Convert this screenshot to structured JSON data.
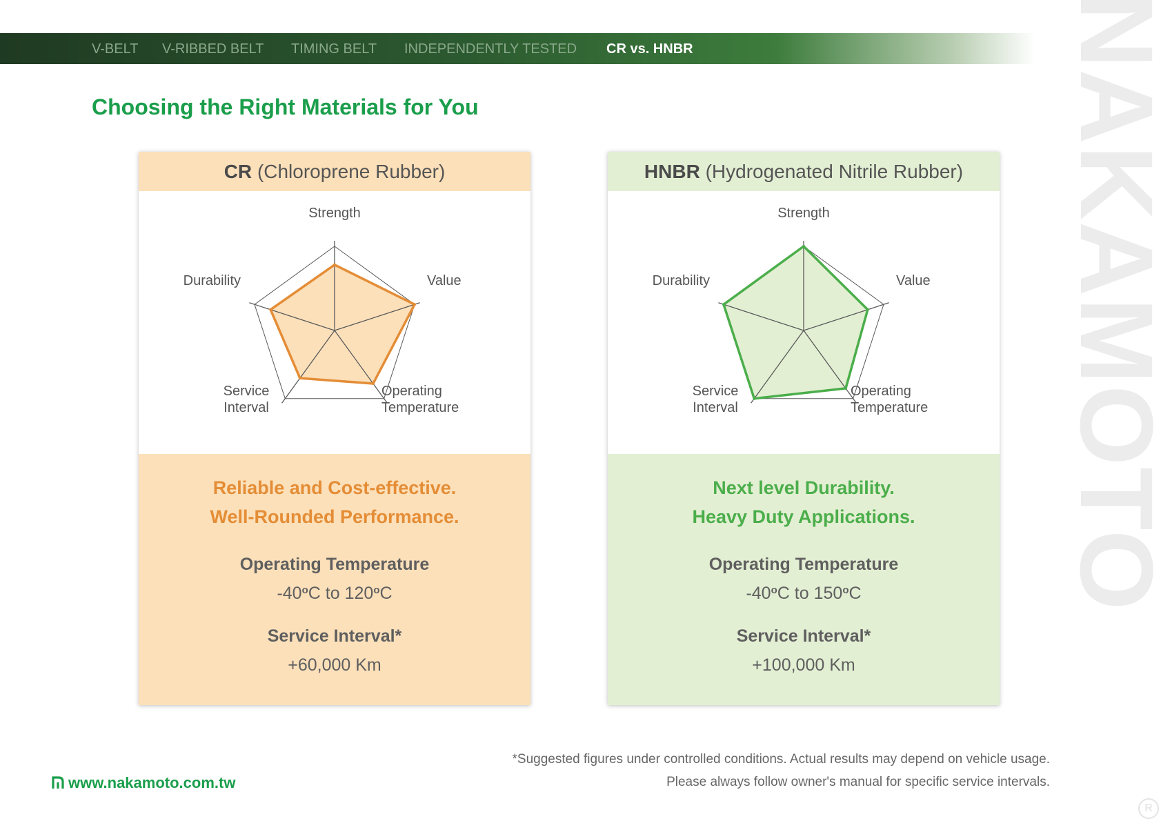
{
  "nav": {
    "items": [
      {
        "label": "V-BELT",
        "active": false
      },
      {
        "label": "V-RIBBED BELT",
        "active": false
      },
      {
        "label": "TIMING BELT",
        "active": false
      },
      {
        "label": "INDEPENDENTLY TESTED",
        "active": false
      },
      {
        "label": "CR vs. HNBR",
        "active": true
      }
    ]
  },
  "page_title": "Choosing the Right Materials for You",
  "cards": [
    {
      "abbr": "CR",
      "name": "(Chloroprene Rubber)",
      "tagline_1": "Reliable and Cost-effective.",
      "tagline_2": "Well-Rounded Performance.",
      "temp_label": "Operating Temperature",
      "temp_low": "-40",
      "temp_high": "120",
      "temp_to": "to",
      "degree": "o",
      "unit": "C",
      "interval_label": "Service Interval*",
      "interval_value": "+60,000 Km"
    },
    {
      "abbr": "HNBR",
      "name": "(Hydrogenated Nitrile Rubber)",
      "tagline_1": "Next level Durability.",
      "tagline_2": "Heavy Duty Applications.",
      "temp_label": "Operating Temperature",
      "temp_low": "-40",
      "temp_high": "150",
      "temp_to": "to",
      "degree": "o",
      "unit": "C",
      "interval_label": "Service Interval*",
      "interval_value": "+100,000 Km"
    }
  ],
  "chart_data": [
    {
      "type": "radar",
      "axes": [
        "Strength",
        "Value",
        "Operating Temperature",
        "Service Interval",
        "Durability"
      ],
      "axis_labels": [
        "Strength",
        "Value",
        "Operating|Temperature",
        "Service|Interval",
        "Durability"
      ],
      "range": [
        0,
        1
      ],
      "series": [
        {
          "values": [
            0.78,
            1.0,
            0.78,
            0.7,
            0.8
          ]
        }
      ],
      "colors": {
        "stroke": "#e48d36",
        "fill": "#fce0ba"
      }
    },
    {
      "type": "radar",
      "axes": [
        "Strength",
        "Value",
        "Operating Temperature",
        "Service Interval",
        "Durability"
      ],
      "axis_labels": [
        "Strength",
        "Value",
        "Operating|Temperature",
        "Service|Interval",
        "Durability"
      ],
      "range": [
        0,
        1
      ],
      "series": [
        {
          "values": [
            1.0,
            0.8,
            0.85,
            1.0,
            1.0
          ]
        }
      ],
      "colors": {
        "stroke": "#4bae4b",
        "fill": "#e3efd3"
      }
    }
  ],
  "footer": {
    "url": "www.nakamoto.com.tw",
    "note_1": "*Suggested figures under controlled conditions. Actual results may depend on vehicle usage.",
    "note_2": "Please always follow owner's manual for specific service intervals."
  },
  "brand": {
    "logo_text": "NAKAMOTO",
    "registered": "R"
  },
  "colors": {
    "brand_green": "#1a9e4b",
    "cr_orange": "#e48d36",
    "cr_bg": "#fce0ba",
    "hnbr_green": "#4bae4b",
    "hnbr_bg": "#e3efd3"
  }
}
